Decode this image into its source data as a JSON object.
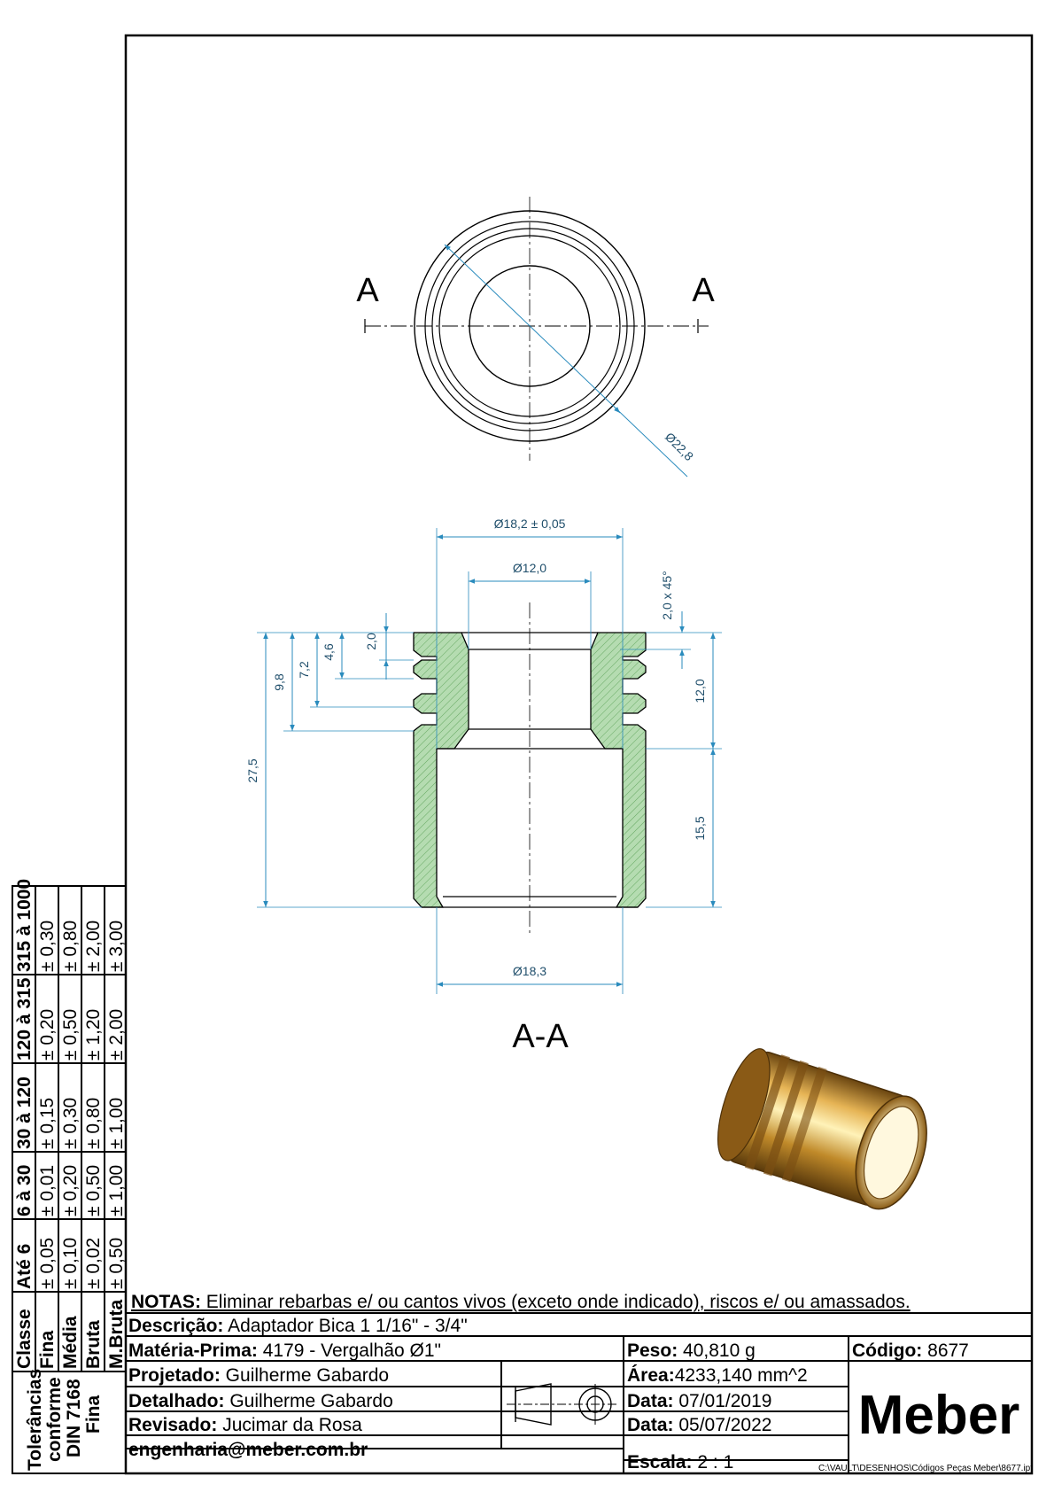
{
  "section_labels": {
    "cut_left": "A",
    "cut_right": "A",
    "section_title": "A-A"
  },
  "dimensions": {
    "outer_diameter": "Ø22,8",
    "top_diameter": "Ø18,2 ± 0,05",
    "inner_diameter": "Ø12,0",
    "bottom_diameter": "Ø18,3",
    "chamfer": "2,0 x 45°",
    "d_2_0": "2,0",
    "d_4_6": "4,6",
    "d_7_2": "7,2",
    "d_9_8": "9,8",
    "d_27_5": "27,5",
    "d_12_0": "12,0",
    "d_15_5": "15,5"
  },
  "tolerances": {
    "caption": [
      "Tolerâncias",
      "conforme",
      "DIN 7168",
      "Fina"
    ],
    "header_label": "Classe",
    "classes": [
      "Fina",
      "Média",
      "Bruta",
      "M.Bruta"
    ],
    "ranges": [
      "Até 6",
      "6 à 30",
      "30 à 120",
      "120 à 315",
      "315 à 1000"
    ],
    "rows": [
      [
        "± 0,05",
        "± 0,01",
        "± 0,15",
        "± 0,20",
        "± 0,30"
      ],
      [
        "± 0,10",
        "± 0,20",
        "± 0,30",
        "± 0,50",
        "± 0,80"
      ],
      [
        "± 0,02",
        "± 0,50",
        "± 0,80",
        "± 1,20",
        "± 2,00"
      ],
      [
        "± 0,50",
        "± 1,00",
        "± 1,00",
        "± 2,00",
        "± 3,00"
      ]
    ]
  },
  "title_block": {
    "notes_label": "NOTAS:",
    "notes_text": " Eliminar rebarbas e/ ou cantos vivos (exceto onde indicado), riscos e/ ou amassados.",
    "descricao_label": "Descrição:",
    "descricao": " Adaptador Bica 1 1/16\" - 3/4\"",
    "materia_label": "Matéria-Prima:",
    "materia": " 4179 - Vergalhão Ø1\"",
    "peso_label": "Peso:",
    "peso": " 40,810 g",
    "codigo_label": "Código:",
    "codigo": " 8677",
    "projetado_label": "Projetado:",
    "projetado": " Guilherme Gabardo",
    "area_label": "Área:",
    "area": "4233,140 mm^2",
    "detalhado_label": "Detalhado:",
    "detalhado": " Guilherme Gabardo",
    "data1_label": "Data:",
    "data1": " 07/01/2019",
    "revisado_label": "Revisado:",
    "revisado": " Jucimar da Rosa",
    "data2_label": "Data:",
    "data2": " 05/07/2022",
    "email": "engenharia@meber.com.br",
    "escala_label": "Escala:",
    "escala": " 2 : 1",
    "brand": "Meber"
  },
  "file_path": "C:\\VAULT\\DESENHOS\\Códigos Peças Meber\\8677.ipt",
  "colors": {
    "hatch": "#a9d3a6",
    "dimension": "#2a8bbd",
    "bronze": "#b9852a"
  }
}
